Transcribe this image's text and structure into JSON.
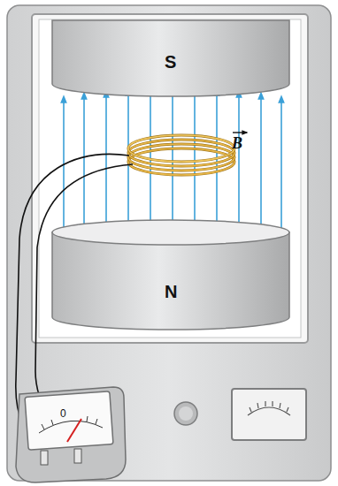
{
  "diagram": {
    "nodes": [
      {
        "text": [
          "S"
        ]
      },
      {
        "text": [
          "N"
        ]
      }
    ],
    "labels": [
      "B",
      "0"
    ]
  }
}
